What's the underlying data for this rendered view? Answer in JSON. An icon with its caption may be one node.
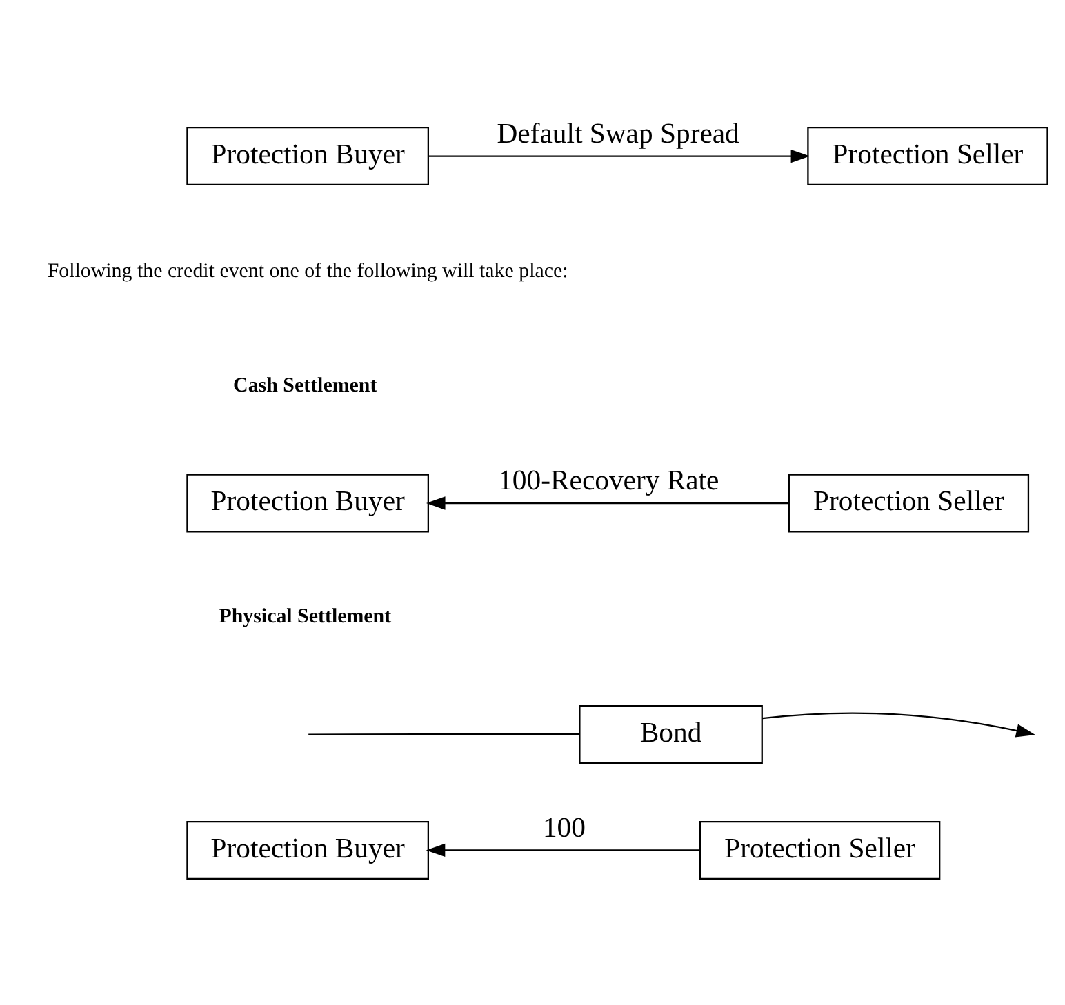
{
  "diagram": {
    "nodes": [
      {
        "text": [
          "Protection Buyer"
        ]
      },
      {
        "text": [
          "Protection Seller"
        ]
      },
      {
        "text": [
          "Protection Buyer"
        ]
      },
      {
        "text": [
          "Protection Seller"
        ]
      },
      {
        "text": [
          "Bond"
        ]
      },
      {
        "text": [
          "Protection Buyer"
        ]
      },
      {
        "text": [
          "Protection Seller"
        ]
      }
    ],
    "edges": [
      {
        "from": 0,
        "to": 1,
        "arrow": "to",
        "label": "Default Swap Spread"
      },
      {
        "from": 3,
        "to": 2,
        "arrow": "to",
        "label": "100-Recovery Rate"
      },
      {
        "from": null,
        "to": 4,
        "arrow": "none"
      },
      {
        "from": 4,
        "to": null,
        "arrow": "to"
      },
      {
        "from": 6,
        "to": 5,
        "arrow": "to",
        "label": "100"
      }
    ],
    "labels": [
      "Following the credit event one of the following will take place:",
      "Cash Settlement",
      "Physical Settlement"
    ]
  }
}
